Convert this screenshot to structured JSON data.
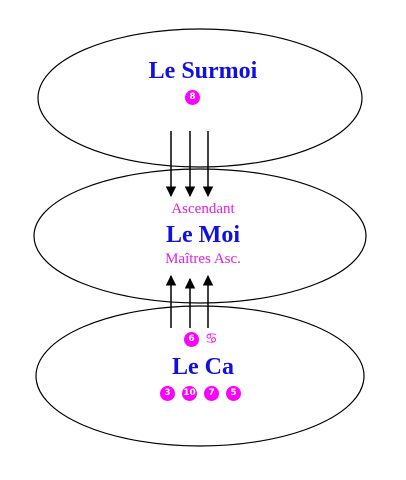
{
  "superego": {
    "title": "Le Surmoi",
    "badges": [
      "8"
    ]
  },
  "ego": {
    "top_label": "Ascendant",
    "title": "Le Moi",
    "bottom_label": "Maîtres Asc."
  },
  "id": {
    "title": "Le Ca",
    "top_badge": "6",
    "top_symbol": "♋",
    "badges": [
      "3",
      "10",
      "7",
      "5"
    ]
  },
  "colors": {
    "title": "#1010e0",
    "magenta": "#ff00ff",
    "outline": "#000000"
  }
}
